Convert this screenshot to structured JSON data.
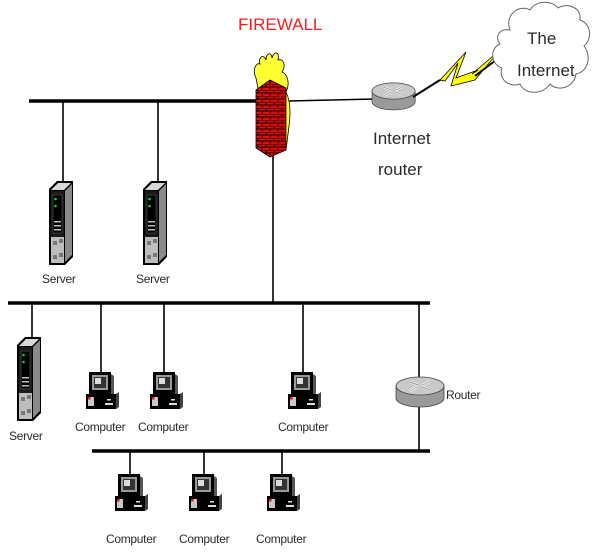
{
  "title": "Network diagram with firewall",
  "labels": {
    "firewall": "FIREWALL",
    "internet_router_line1": "Internet",
    "internet_router_line2": "router",
    "internet_line1": "The",
    "internet_line2": "Internet",
    "router": "Router"
  },
  "top_servers": [
    {
      "label": "Server"
    },
    {
      "label": "Server"
    }
  ],
  "lan_server": {
    "label": "Server"
  },
  "lan_computers": [
    {
      "label": "Computer"
    },
    {
      "label": "Computer"
    },
    {
      "label": "Computer"
    }
  ],
  "sub_computers": [
    {
      "label": "Computer"
    },
    {
      "label": "Computer"
    },
    {
      "label": "Computer"
    }
  ],
  "colors": {
    "firewall_label": "#ff1a1a",
    "brick": "#e01010",
    "flame": "#ffff33",
    "lightning": "#ffff00",
    "router_body": "#b8b8b8",
    "led_green": "#22cc22",
    "led_red": "#ee1111"
  }
}
